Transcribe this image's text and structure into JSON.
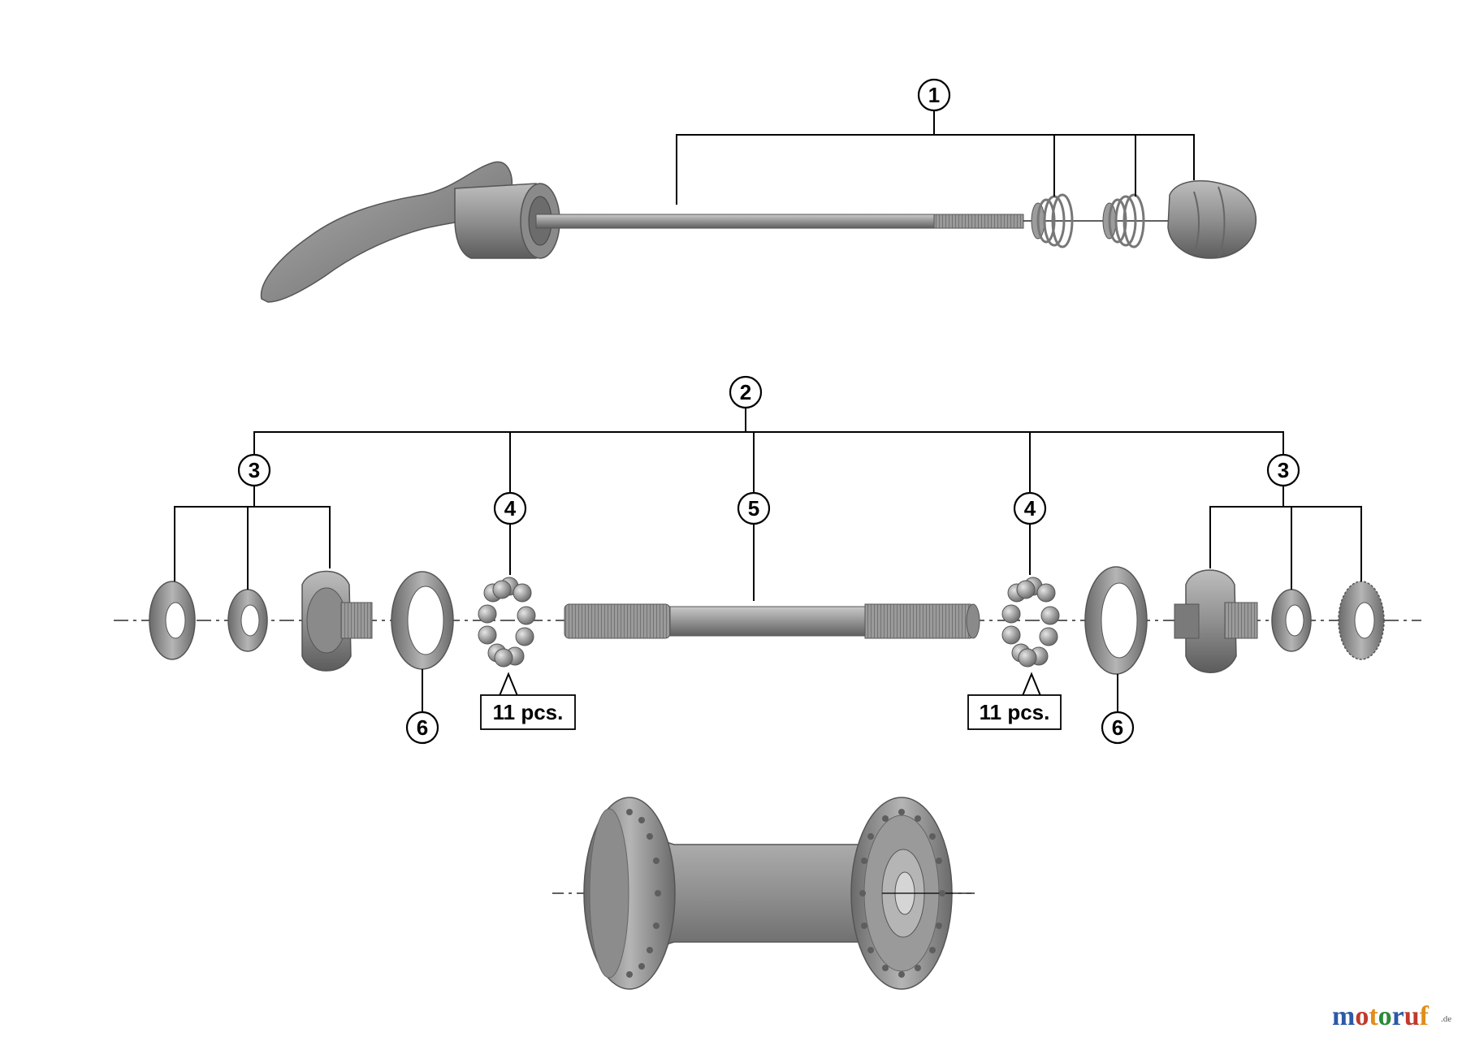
{
  "callouts": {
    "c1": "1",
    "c2": "2",
    "c3_left": "3",
    "c3_right": "3",
    "c4_left": "4",
    "c4_right": "4",
    "c5": "5",
    "c6_left": "6",
    "c6_right": "6"
  },
  "quantity_labels": {
    "left": "11 pcs.",
    "right": "11 pcs."
  },
  "watermark": {
    "m": "m",
    "o1": "o",
    "t": "t",
    "o2": "o",
    "r": "r",
    "u": "u",
    "f": "f",
    "suffix": ".de"
  },
  "colors": {
    "part_gray": "#8c8c8c",
    "line": "#000000",
    "wm_m": "#2a5aa8",
    "wm_o1": "#c0392b",
    "wm_t": "#e08e1b",
    "wm_o2": "#2a8a3a",
    "wm_r": "#2a5aa8",
    "wm_u": "#c0392b",
    "wm_f": "#e08e1b"
  }
}
